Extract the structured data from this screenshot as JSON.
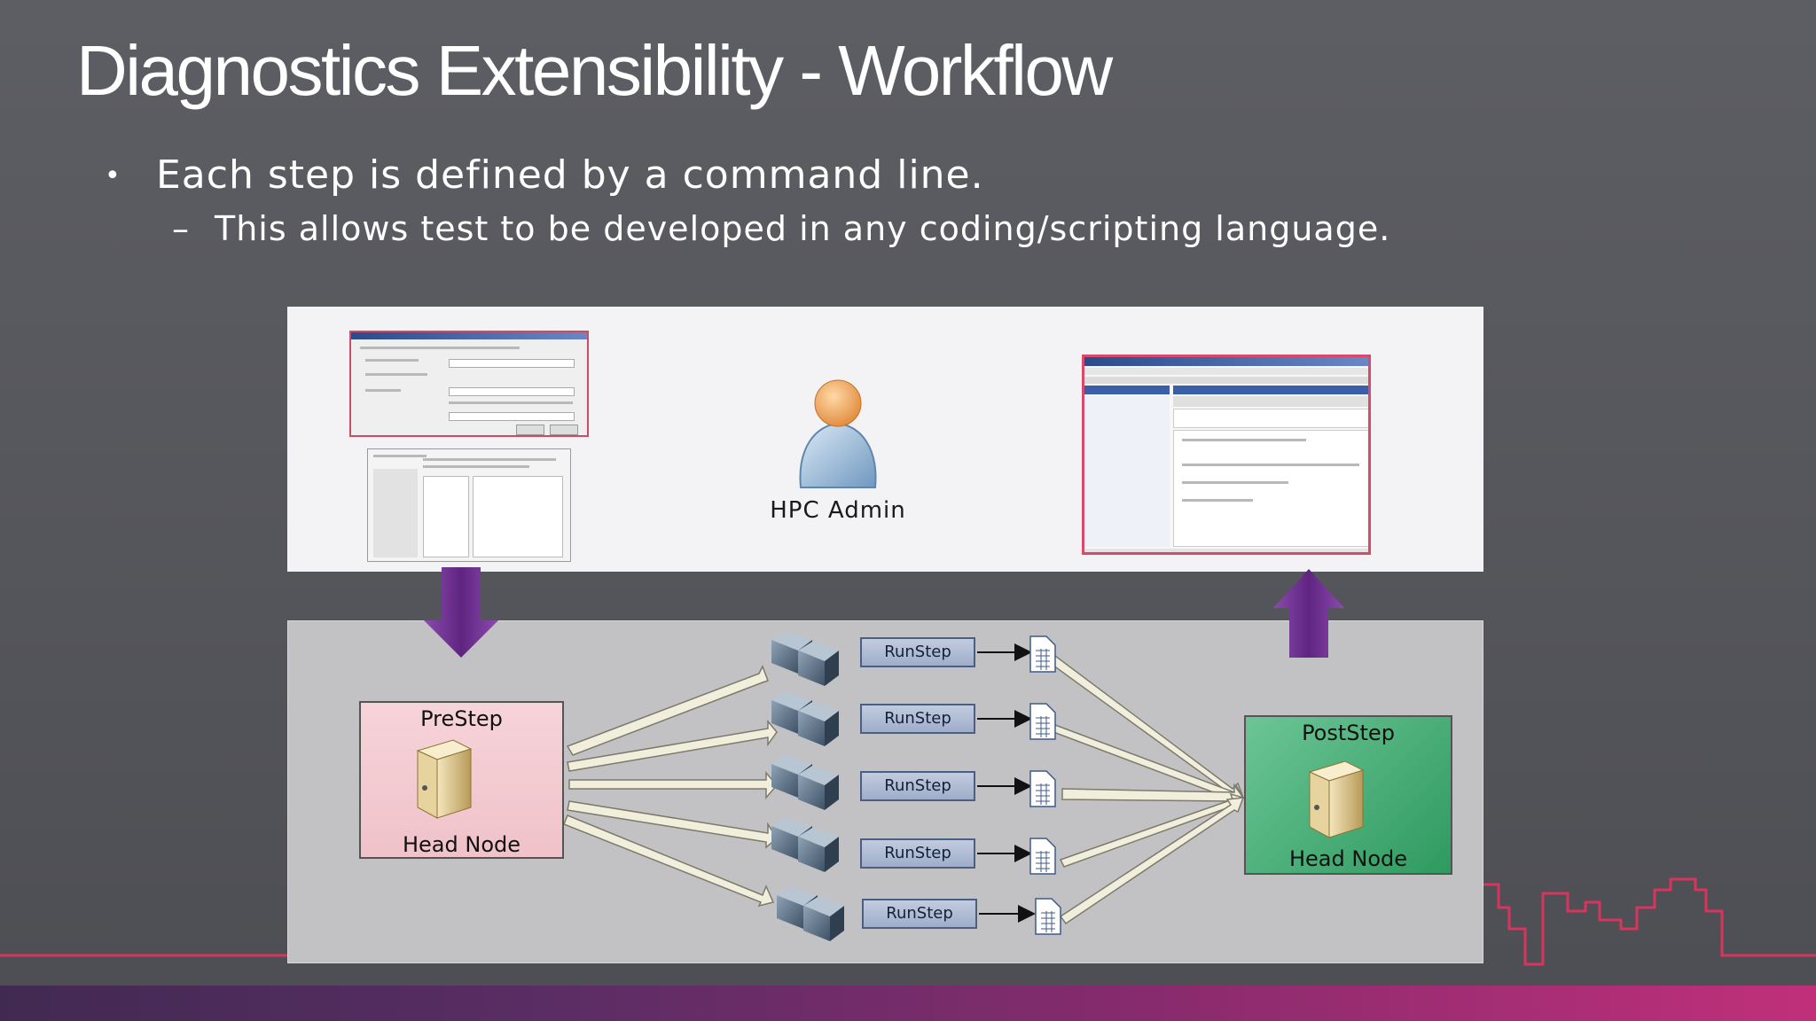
{
  "title": "Diagnostics Extensibility - Workflow",
  "bullets": {
    "level1": "Each step is defined by a command line.",
    "level1_marker": "•",
    "level2": "This allows test to be developed in any coding/scripting language.",
    "level2_marker": "–"
  },
  "diagram": {
    "admin_label": "HPC Admin",
    "prestep": {
      "title": "PreStep",
      "subtitle": "Head Node"
    },
    "poststep": {
      "title": "PostStep",
      "subtitle": "Head Node"
    },
    "runsteps": [
      "RunStep",
      "RunStep",
      "RunStep",
      "RunStep",
      "RunStep"
    ]
  },
  "colors": {
    "accent_pink": "#d8345f",
    "arrow_purple": "#6a2d8a",
    "prestep_fill": "#f4cdd3",
    "poststep_fill": "#3fae70"
  }
}
